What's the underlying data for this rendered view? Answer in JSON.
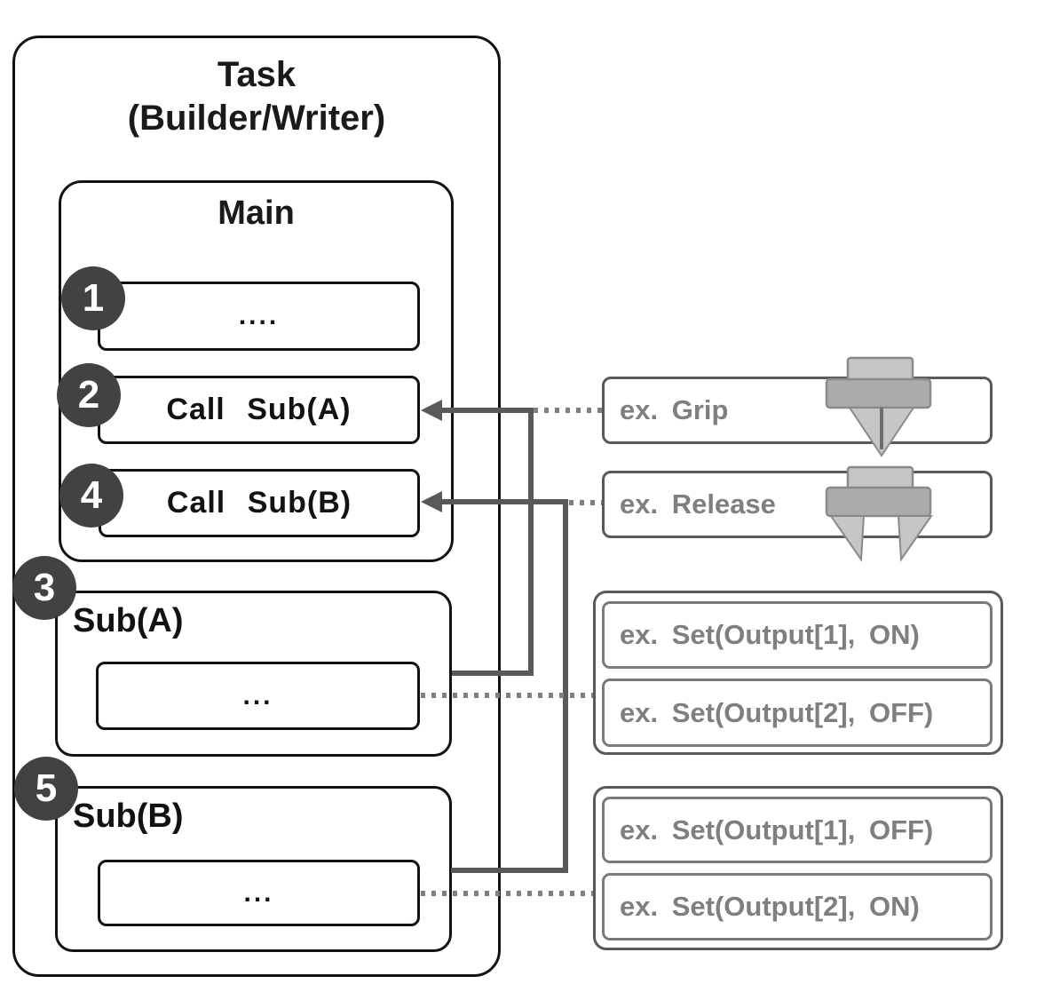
{
  "task": {
    "title_line1": "Task",
    "title_line2": "(Builder/Writer)",
    "main": {
      "title": "Main",
      "step1": {
        "badge": "1",
        "label": "...."
      },
      "step2": {
        "badge": "2",
        "label": "Call Sub(A)"
      },
      "step4": {
        "badge": "4",
        "label": "Call Sub(B)"
      }
    },
    "sub_a": {
      "badge": "3",
      "title": "Sub(A)",
      "body": "..."
    },
    "sub_b": {
      "badge": "5",
      "title": "Sub(B)",
      "body": "..."
    }
  },
  "examples": {
    "grip": {
      "label": "ex. Grip",
      "icon": "gripper-closed-icon"
    },
    "release": {
      "label": "ex. Release",
      "icon": "gripper-open-icon"
    },
    "sub_a_group": {
      "item1": "ex. Set(Output[1], ON)",
      "item2": "ex. Set(Output[2], OFF)"
    },
    "sub_b_group": {
      "item1": "ex. Set(Output[1], OFF)",
      "item2": "ex. Set(Output[2], ON)"
    }
  },
  "colors": {
    "box_border": "#121212",
    "badge_fill": "#424242",
    "connector_solid": "#595959",
    "connector_dotted": "#7f7f7f",
    "gray_text": "#7f7f7f",
    "icon_light": "#c6c6c6",
    "icon_mid": "#ababab",
    "icon_border": "#8a8a8a",
    "icon_gap": "#6e6e6e"
  }
}
